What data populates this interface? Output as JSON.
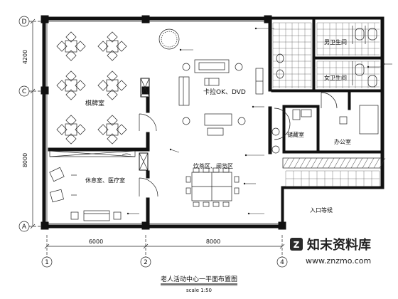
{
  "axes": {
    "rows": [
      "D",
      "C",
      "A"
    ],
    "cols": [
      "1",
      "2",
      "4"
    ]
  },
  "dimensions": {
    "left_top": "4200",
    "left_bottom": "8000",
    "bottom_left": "6000",
    "bottom_right": "8000"
  },
  "rooms": {
    "chess": "棋牌室",
    "rest": "休息室、医疗室",
    "karaoke": "卡拉OK、DVD",
    "dining": "饮茶区、阅览区",
    "men_wc": "男卫生间",
    "women_wc": "女卫生间",
    "storage": "储藏室",
    "office": "办公室",
    "lobby": "入口等候"
  },
  "title": {
    "main": "老人活动中心一平面布置图",
    "scale": "scale 1:50"
  },
  "watermark": {
    "brand": "知末资料库",
    "url": "www.znzmo.com"
  }
}
